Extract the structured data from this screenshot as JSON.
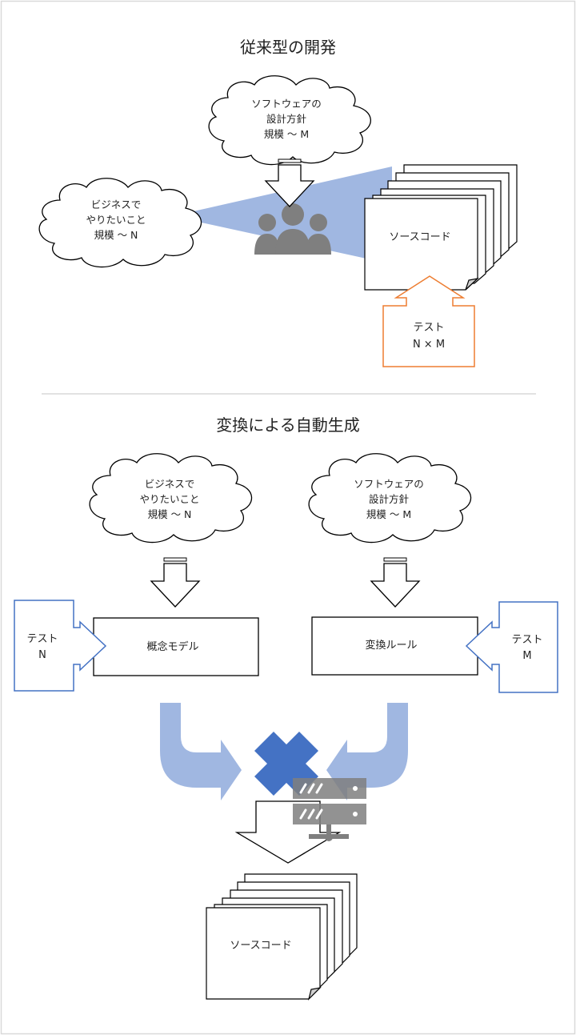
{
  "section1": {
    "title": "従来型の開発",
    "software_cloud": [
      "ソフトウェアの",
      "設計方針",
      "規模 〜 M"
    ],
    "business_cloud": [
      "ビジネスで",
      "やりたいこと",
      "規模 〜 N"
    ],
    "source_code": "ソースコード",
    "test_box": [
      "テスト",
      "N × M"
    ],
    "people_icon": "people-group-icon"
  },
  "section2": {
    "title": "変換による自動生成",
    "business_cloud": [
      "ビジネスで",
      "やりたいこと",
      "規模 〜 N"
    ],
    "software_cloud": [
      "ソフトウェアの",
      "設計方針",
      "規模 〜 M"
    ],
    "concept_model": "概念モデル",
    "transform_rules": "変換ルール",
    "test_left": [
      "テスト",
      "N"
    ],
    "test_right": [
      "テスト",
      "M"
    ],
    "source_code": "ソースコード",
    "multiply_icon": "multiply-x-icon",
    "server_icon": "server-icon"
  },
  "colors": {
    "outline": "#000000",
    "orange": "#ED7D31",
    "blue_outline": "#4472C4",
    "light_blue": "#8FAADC",
    "cross_blue": "#4472C4",
    "icon_gray": "#7F7F7F",
    "frame": "#D9D9D9"
  }
}
